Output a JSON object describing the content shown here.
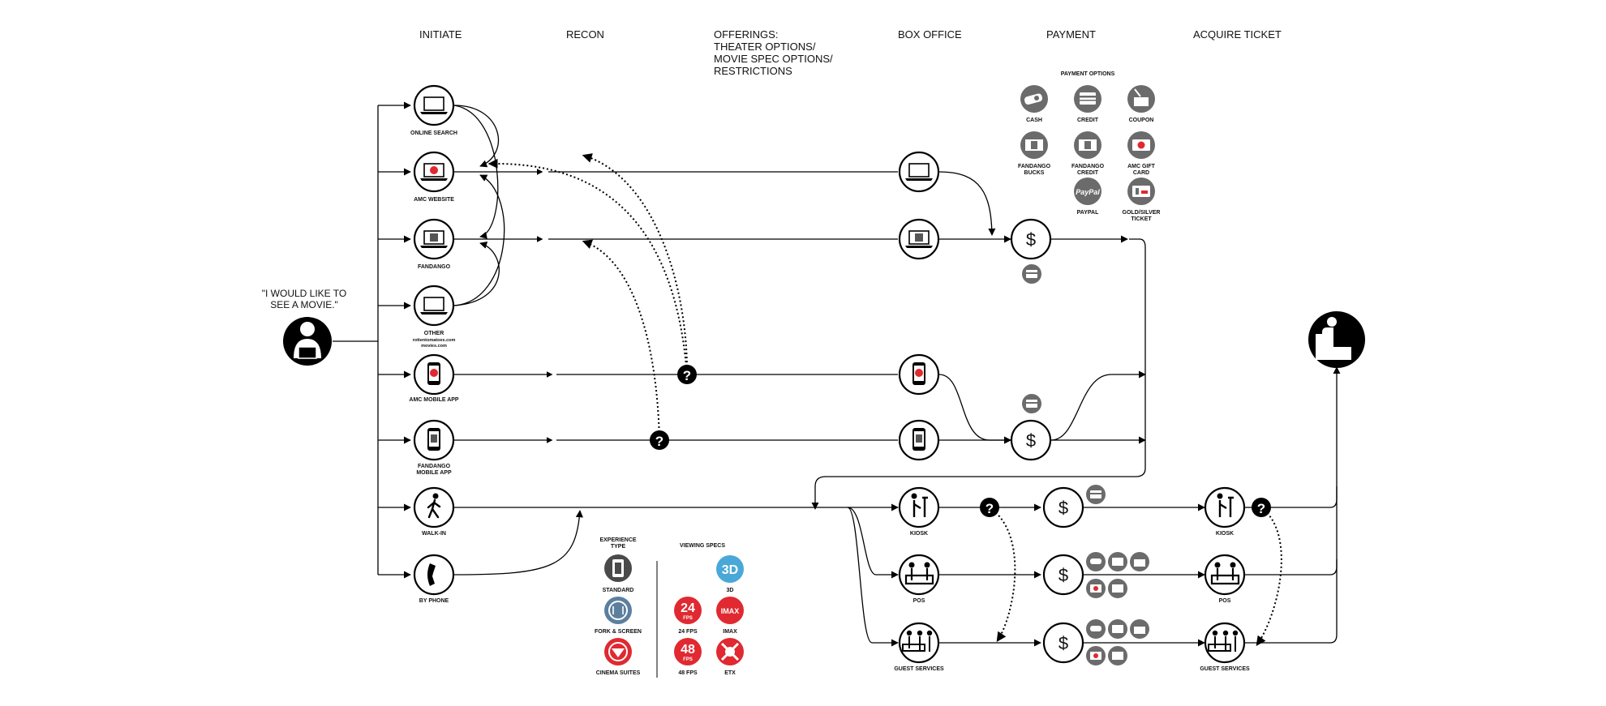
{
  "headers": {
    "initiate": "INITIATE",
    "recon": "RECON",
    "offerings": [
      "OFFERINGS:",
      "THEATER OPTIONS/",
      "MOVIE SPEC OPTIONS/",
      "RESTRICTIONS"
    ],
    "box_office": "BOX OFFICE",
    "payment": "PAYMENT",
    "acquire": "ACQUIRE TICKET"
  },
  "quote": [
    "\"I WOULD LIKE TO",
    "SEE A MOVIE.\""
  ],
  "initiate_nodes": [
    {
      "label": [
        "ONLINE SEARCH"
      ],
      "icon": "laptop-icon"
    },
    {
      "label": [
        "AMC WEBSITE"
      ],
      "icon": "laptop-amc-icon"
    },
    {
      "label": [
        "FANDANGO"
      ],
      "icon": "laptop-fandango-icon"
    },
    {
      "label": [
        "OTHER",
        "rottentomatoes.com",
        "movies.com"
      ],
      "icon": "laptop-icon"
    },
    {
      "label": [
        "AMC MOBILE APP"
      ],
      "icon": "phone-amc-icon"
    },
    {
      "label": [
        "FANDANGO",
        "MOBILE APP"
      ],
      "icon": "phone-fandango-icon"
    },
    {
      "label": [
        "WALK-IN"
      ],
      "icon": "walking-person-icon"
    },
    {
      "label": [
        "BY PHONE"
      ],
      "icon": "telephone-icon"
    }
  ],
  "box_office_labels": {
    "kiosk": "KIOSK",
    "pos": "POS",
    "guest": "GUEST SERVICES"
  },
  "acquire_labels": {
    "kiosk": "KIOSK",
    "pos": "POS",
    "guest": "GUEST SERVICES"
  },
  "payment_options": {
    "title": "PAYMENT OPTIONS",
    "items": [
      {
        "label": [
          "CASH"
        ],
        "icon": "cash-icon"
      },
      {
        "label": [
          "CREDIT"
        ],
        "icon": "credit-card-icon"
      },
      {
        "label": [
          "COUPON"
        ],
        "icon": "coupon-icon"
      },
      {
        "label": [
          "FANDANGO",
          "BUCKS"
        ],
        "icon": "fandango-bucks-icon"
      },
      {
        "label": [
          "FANDANGO",
          "CREDIT"
        ],
        "icon": "fandango-credit-icon"
      },
      {
        "label": [
          "AMC GIFT",
          "CARD"
        ],
        "icon": "amc-gift-card-icon"
      },
      {
        "label": [
          "PAYPAL"
        ],
        "icon": "paypal-icon"
      },
      {
        "label": [
          "GOLD/SILVER",
          "TICKET"
        ],
        "icon": "gold-silver-ticket-icon"
      }
    ],
    "paypal_text": "PayPal"
  },
  "dollar_symbol": "$",
  "question_symbol": "?",
  "experience_type": {
    "title": [
      "EXPERIENCE",
      "TYPE"
    ],
    "items": [
      "STANDARD",
      "FORK & SCREEN",
      "CINEMA SUITES"
    ]
  },
  "viewing_specs": {
    "title": "VIEWING SPECS",
    "items": [
      {
        "label": "3D",
        "badge": "3D",
        "color": "#4aa8d8"
      },
      {
        "label": "24 FPS",
        "badge": "24",
        "sub": "FPS",
        "color": "#e02930"
      },
      {
        "label": "IMAX",
        "badge": "IMAX",
        "color": "#e02930"
      },
      {
        "label": "48 FPS",
        "badge": "48",
        "sub": "FPS",
        "color": "#e02930"
      },
      {
        "label": "ETX",
        "badge": "",
        "color": "#e02930"
      }
    ]
  },
  "colors": {
    "accent_red": "#e02930",
    "gray": "#6b6b6b",
    "blue": "#4aa8d8",
    "ink": "#000000"
  }
}
